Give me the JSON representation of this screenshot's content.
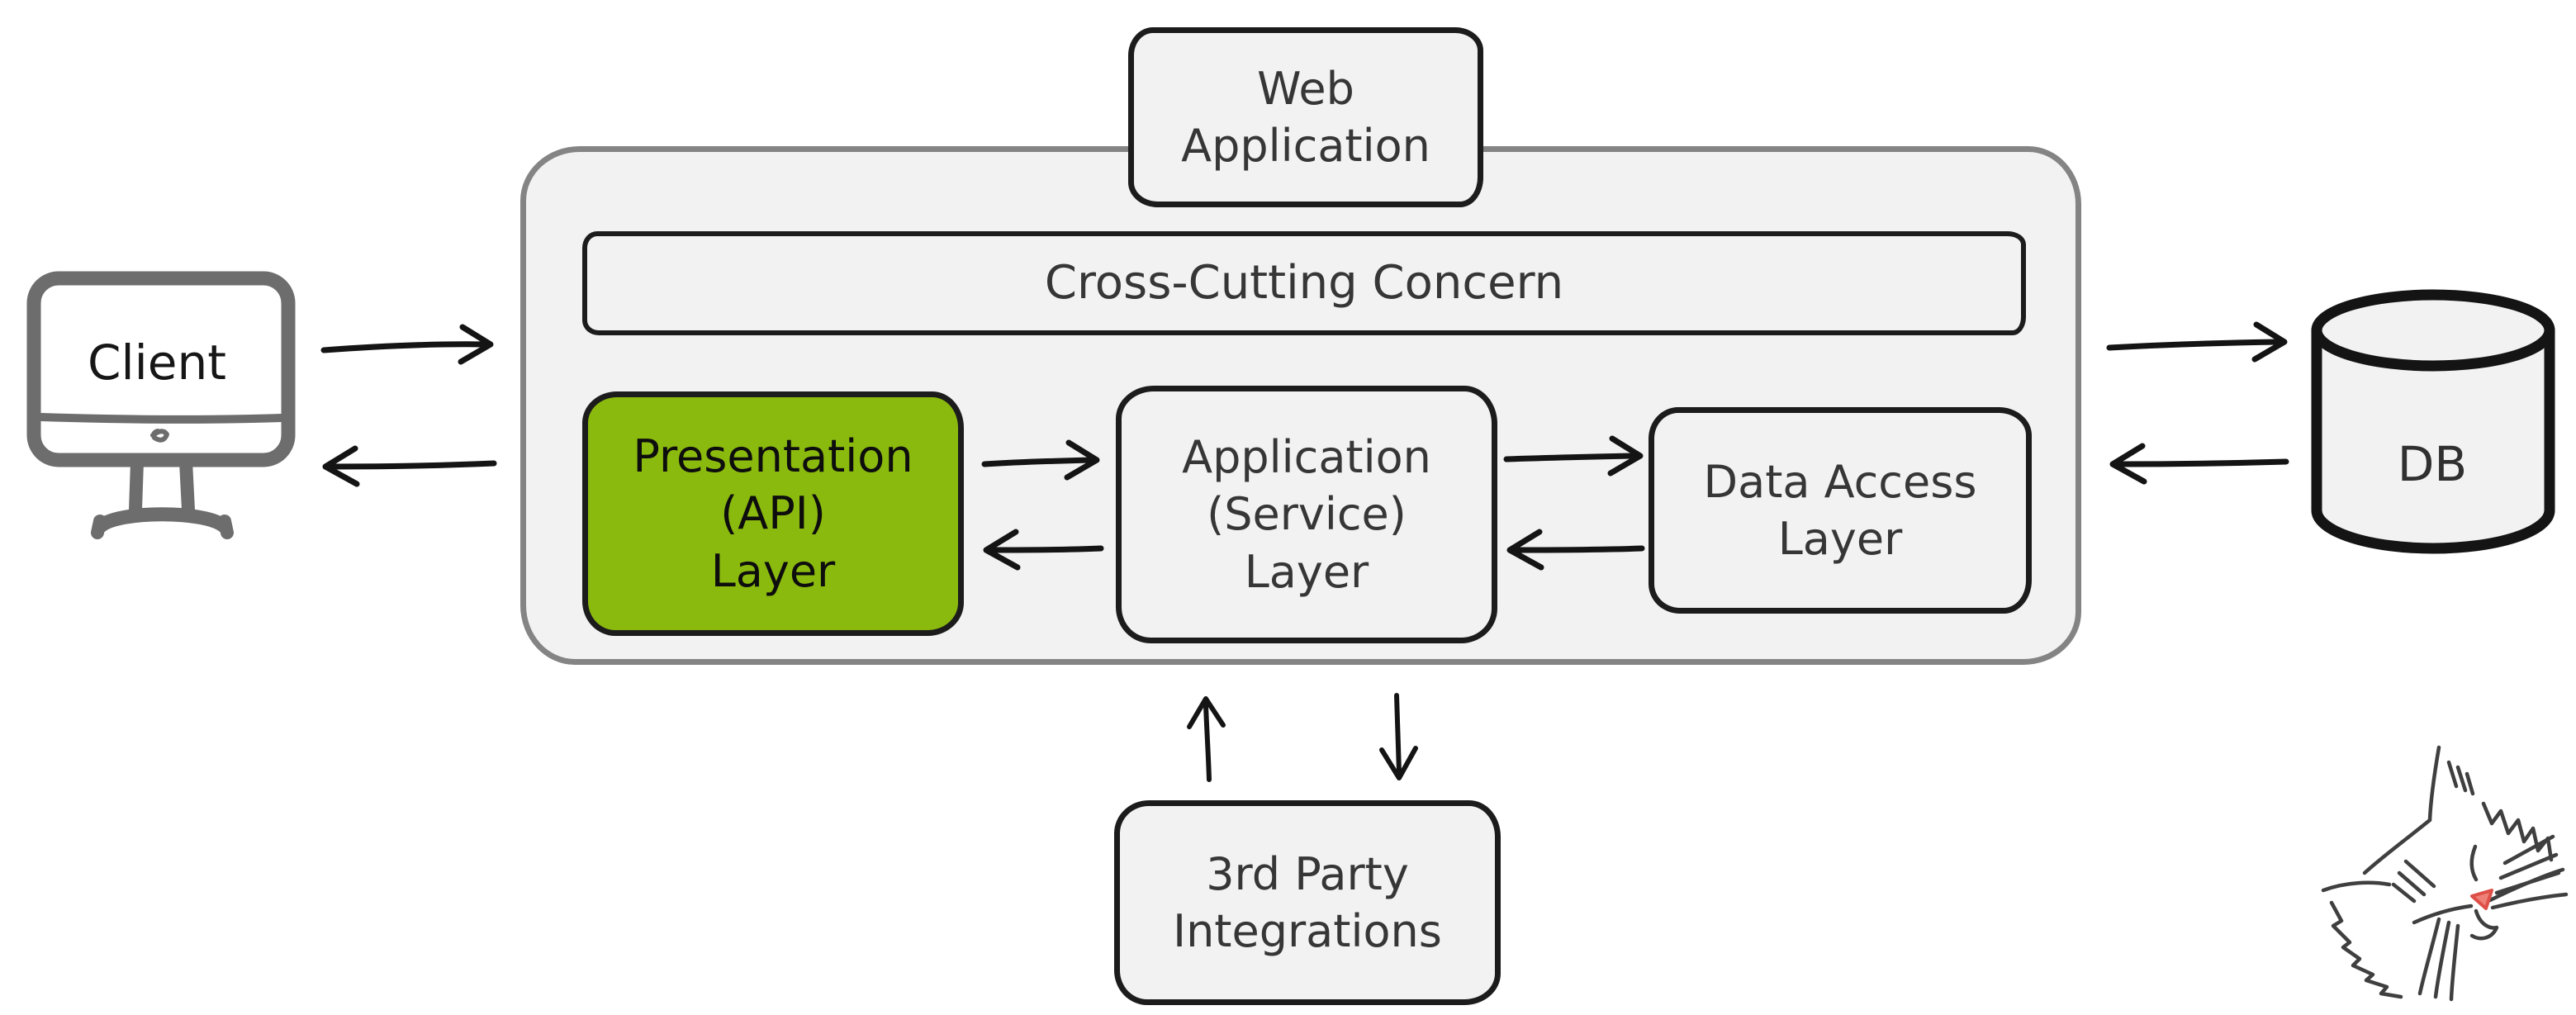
{
  "diagram": {
    "title": "Web application layered architecture sketch",
    "boxes": {
      "client": {
        "label": "Client"
      },
      "web_application": {
        "label": "Web\nApplication"
      },
      "cross_cutting": {
        "label": "Cross-Cutting Concern"
      },
      "presentation": {
        "label": "Presentation\n(API)\nLayer"
      },
      "application": {
        "label": "Application\n(Service)\nLayer"
      },
      "data_access": {
        "label": "Data Access\nLayer"
      },
      "third_party": {
        "label": "3rd Party\nIntegrations"
      },
      "db": {
        "label": "DB"
      }
    },
    "icons": [
      "client-monitor-icon",
      "db-cylinder-icon",
      "cat-sketch-icon"
    ],
    "arrows": [
      "client-to-webapp",
      "webapp-to-client",
      "presentation-to-application",
      "application-to-presentation",
      "application-to-dataaccess",
      "dataaccess-to-application",
      "webapp-to-db",
      "db-to-webapp",
      "thirdparty-to-application",
      "application-to-thirdparty"
    ],
    "colors": {
      "background": "#ffffff",
      "box_fill": "#f2f2f2",
      "container_border": "#848484",
      "box_border": "#1c1c1c",
      "accent_green": "#8bba0e",
      "text_dark": "#363636",
      "monitor_gray": "#6d6d6d",
      "cat_nose_pink": "#ef8077"
    }
  }
}
